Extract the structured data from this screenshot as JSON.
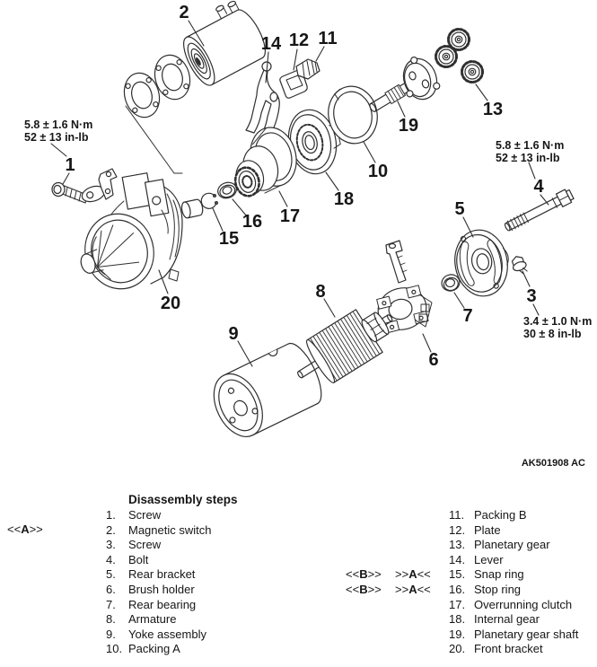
{
  "figure": {
    "code": "AK501908 AC",
    "torque_notes": [
      {
        "nm": "5.8 ± 1.6 N·m",
        "inlb": "52 ± 13 in-lb"
      },
      {
        "nm": "5.8 ± 1.6 N·m",
        "inlb": "52 ± 13 in-lb"
      },
      {
        "nm": "3.4 ± 1.0 N·m",
        "inlb": "30 ± 8 in-lb"
      }
    ],
    "callouts": [
      {
        "label": "1"
      },
      {
        "label": "2"
      },
      {
        "label": "3"
      },
      {
        "label": "4"
      },
      {
        "label": "5"
      },
      {
        "label": "6"
      },
      {
        "label": "7"
      },
      {
        "label": "8"
      },
      {
        "label": "9"
      },
      {
        "label": "10"
      },
      {
        "label": "11"
      },
      {
        "label": "12"
      },
      {
        "label": "13"
      },
      {
        "label": "14"
      },
      {
        "label": "15"
      },
      {
        "label": "16"
      },
      {
        "label": "17"
      },
      {
        "label": "18"
      },
      {
        "label": "19"
      },
      {
        "label": "20"
      }
    ]
  },
  "steps": {
    "title": "Disassembly steps",
    "marker_a": {
      "pre": "<<",
      "letter": "A",
      "post": ">>"
    },
    "left": [
      {
        "num": "1.",
        "label": "Screw"
      },
      {
        "num": "2.",
        "label": "Magnetic switch"
      },
      {
        "num": "3.",
        "label": "Screw"
      },
      {
        "num": "4.",
        "label": "Bolt"
      },
      {
        "num": "5.",
        "label": "Rear bracket"
      },
      {
        "num": "6.",
        "label": "Brush holder"
      },
      {
        "num": "7.",
        "label": "Rear bearing"
      },
      {
        "num": "8.",
        "label": "Armature"
      },
      {
        "num": "9.",
        "label": "Yoke assembly"
      },
      {
        "num": "10.",
        "label": "Packing A"
      }
    ],
    "right": [
      {
        "num": "11.",
        "label": "Packing B"
      },
      {
        "num": "12.",
        "label": "Plate"
      },
      {
        "num": "13.",
        "label": "Planetary gear"
      },
      {
        "num": "14.",
        "label": "Lever"
      },
      {
        "num": "15.",
        "label": "Snap ring",
        "m1": {
          "pre": "<<",
          "letter": "B",
          "post": ">>"
        },
        "m2": {
          "pre": ">>",
          "letter": "A",
          "post": "<<"
        }
      },
      {
        "num": "16.",
        "label": "Stop ring",
        "m1": {
          "pre": "<<",
          "letter": "B",
          "post": ">>"
        },
        "m2": {
          "pre": ">>",
          "letter": "A",
          "post": "<<"
        }
      },
      {
        "num": "17.",
        "label": "Overrunning clutch"
      },
      {
        "num": "18.",
        "label": "Internal gear"
      },
      {
        "num": "19.",
        "label": "Planetary gear shaft"
      },
      {
        "num": "20.",
        "label": "Front bracket"
      }
    ]
  },
  "colors": {
    "line": "#2f2f2f",
    "text": "#161616",
    "background": "#ffffff"
  }
}
